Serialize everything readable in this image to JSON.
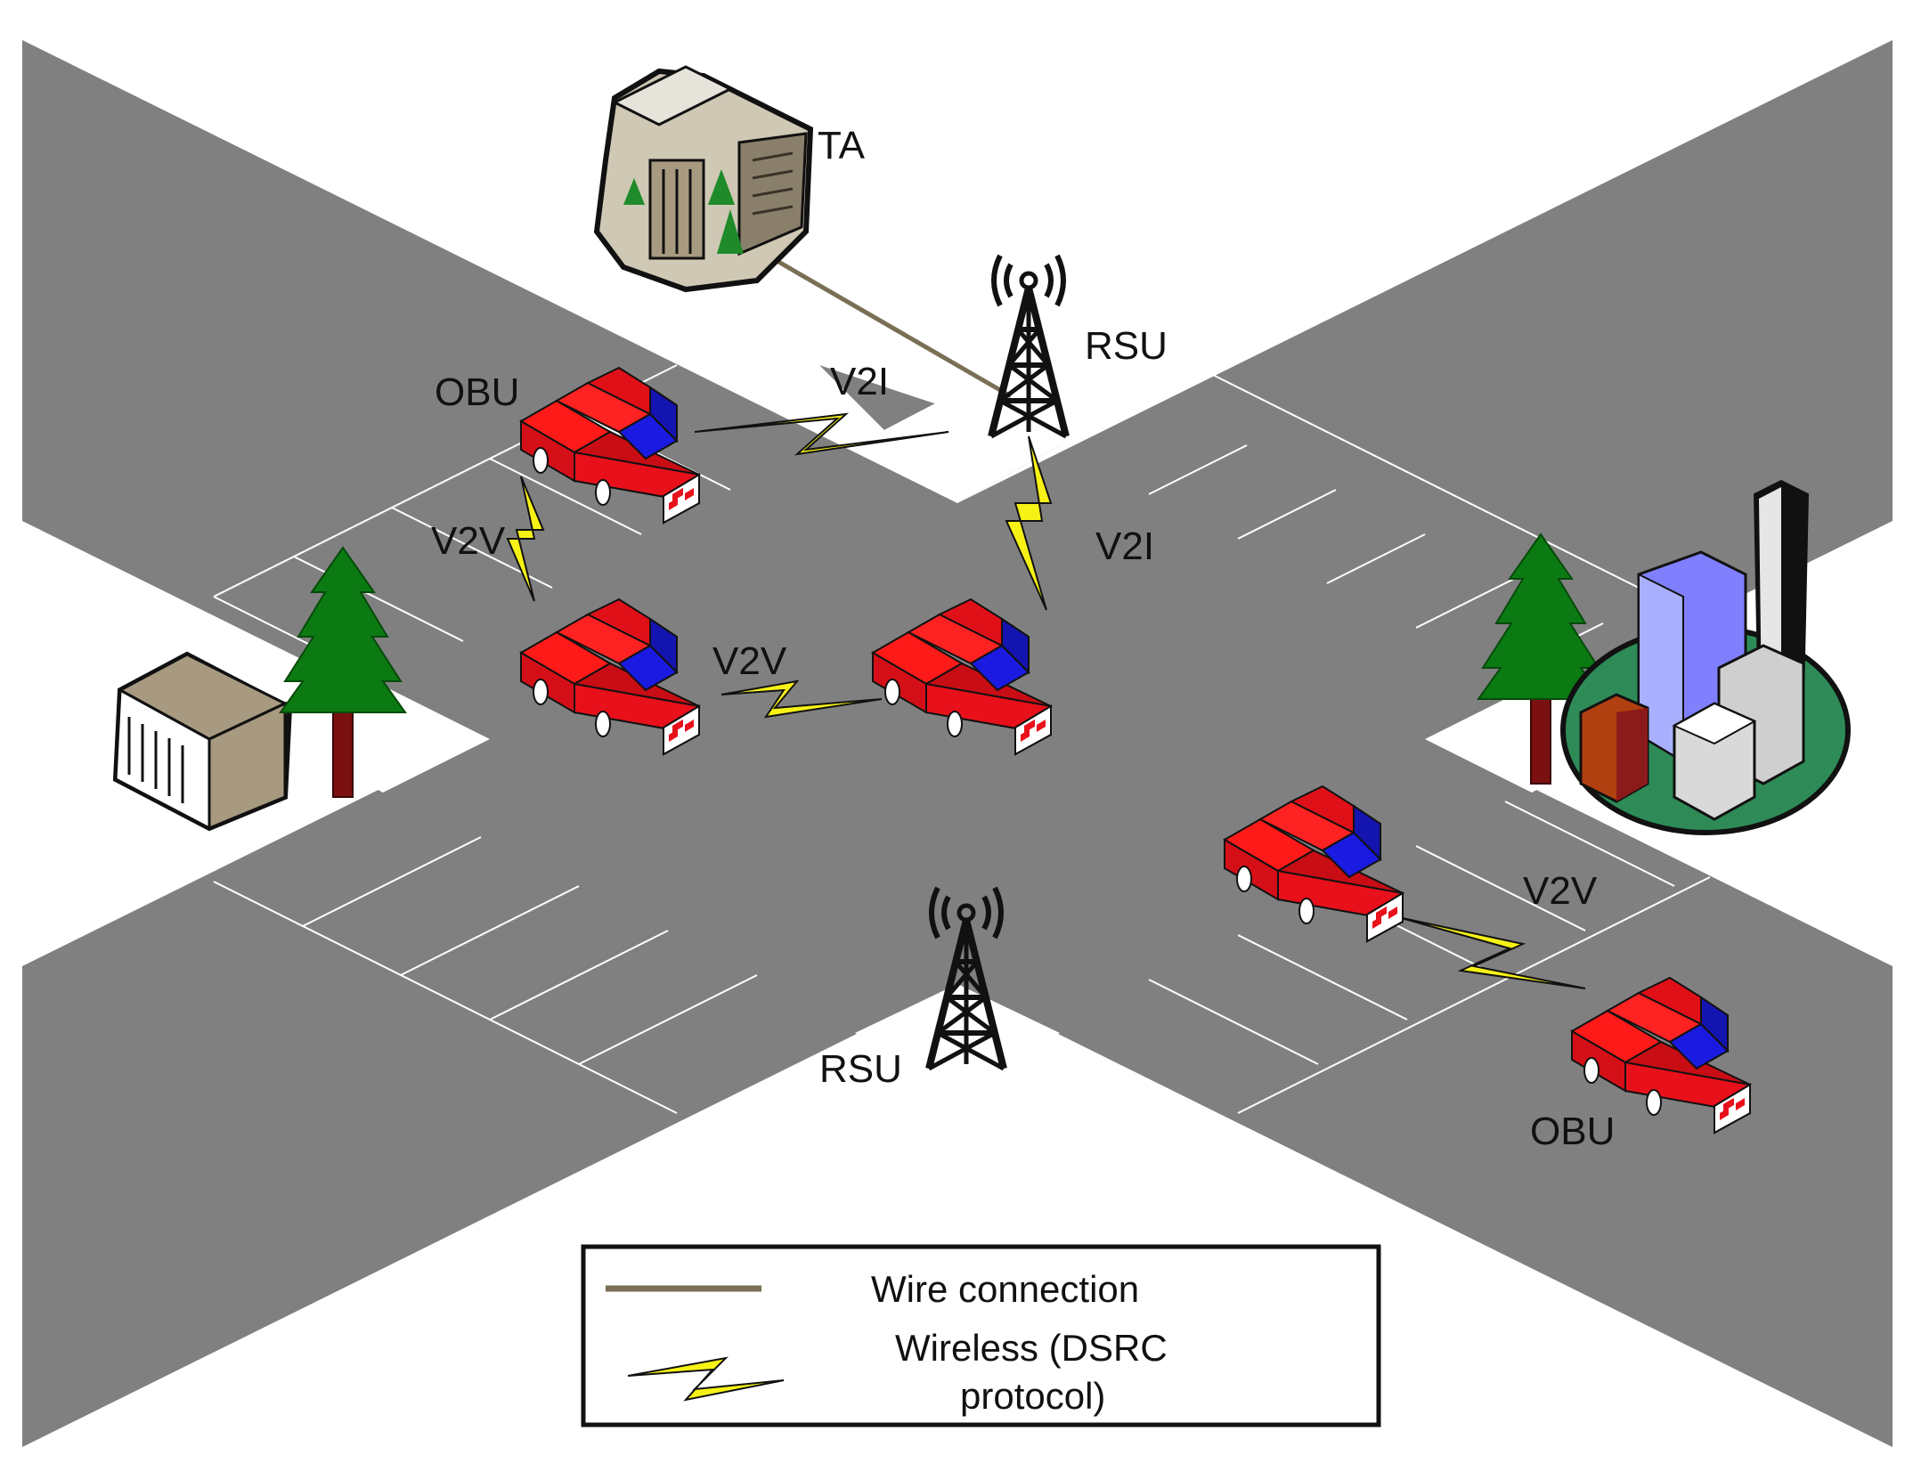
{
  "labels": {
    "ta": "TA",
    "rsu_top": "RSU",
    "rsu_bottom": "RSU",
    "obu_left": "OBU",
    "obu_right": "OBU",
    "v2i_left": "V2I",
    "v2i_right": "V2I",
    "v2v_vertical": "V2V",
    "v2v_middle": "V2V",
    "v2v_right": "V2V"
  },
  "legend": {
    "wire_label": "Wire connection",
    "wireless_label_line1": "Wireless (DSRC",
    "wireless_label_line2": "protocol)"
  },
  "colors": {
    "road": "#808080",
    "car_body": "#e8101a",
    "car_window": "#1a1ae0",
    "lightning": "#f7f216",
    "wire": "#7a6f55",
    "tree": "#0b7a12",
    "trunk": "#7a1010"
  }
}
